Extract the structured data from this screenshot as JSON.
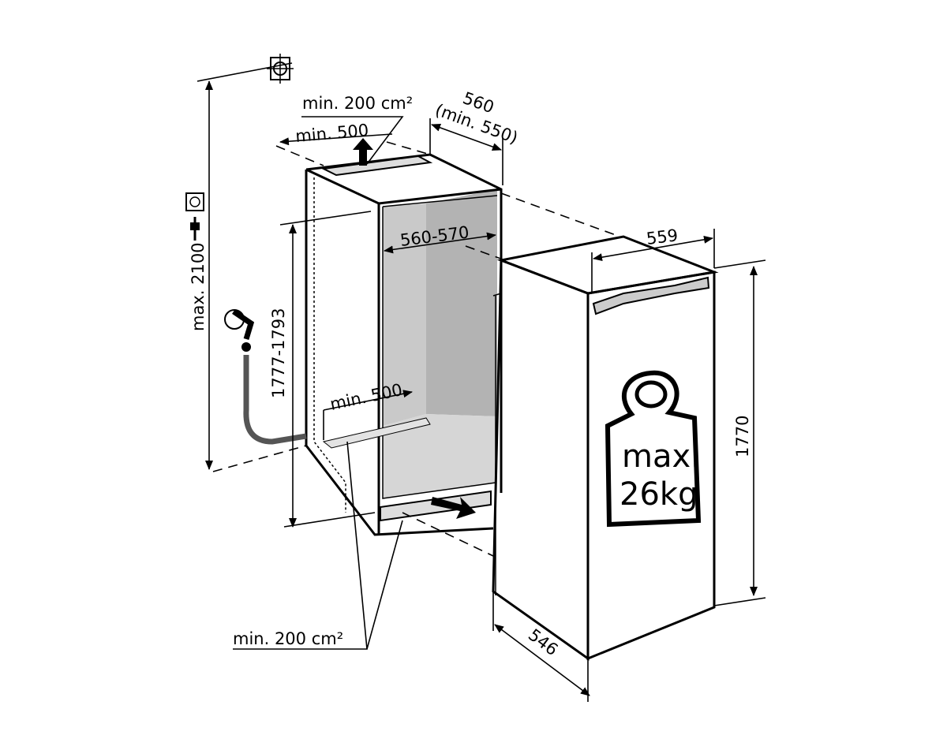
{
  "labels": {
    "top_vent_area": "min. 200 cm²",
    "top_vent_depth": "min. 500",
    "niche_depth": "560",
    "niche_depth_min": "(min. 550)",
    "niche_width": "560-570",
    "max_height": "max. 2100",
    "niche_height": "1777-1793",
    "bottom_vent_depth": "min. 500",
    "appliance_width": "559",
    "appliance_height": "1770",
    "appliance_depth": "546",
    "bottom_vent_area": "min. 200 cm²"
  },
  "weight": {
    "line1": "max.",
    "line2": "26kg"
  },
  "colors": {
    "interior_back": "#b3b3b3",
    "interior_side": "#c9c9c9",
    "floor": "#d6d6d6",
    "hose": "#555555"
  }
}
